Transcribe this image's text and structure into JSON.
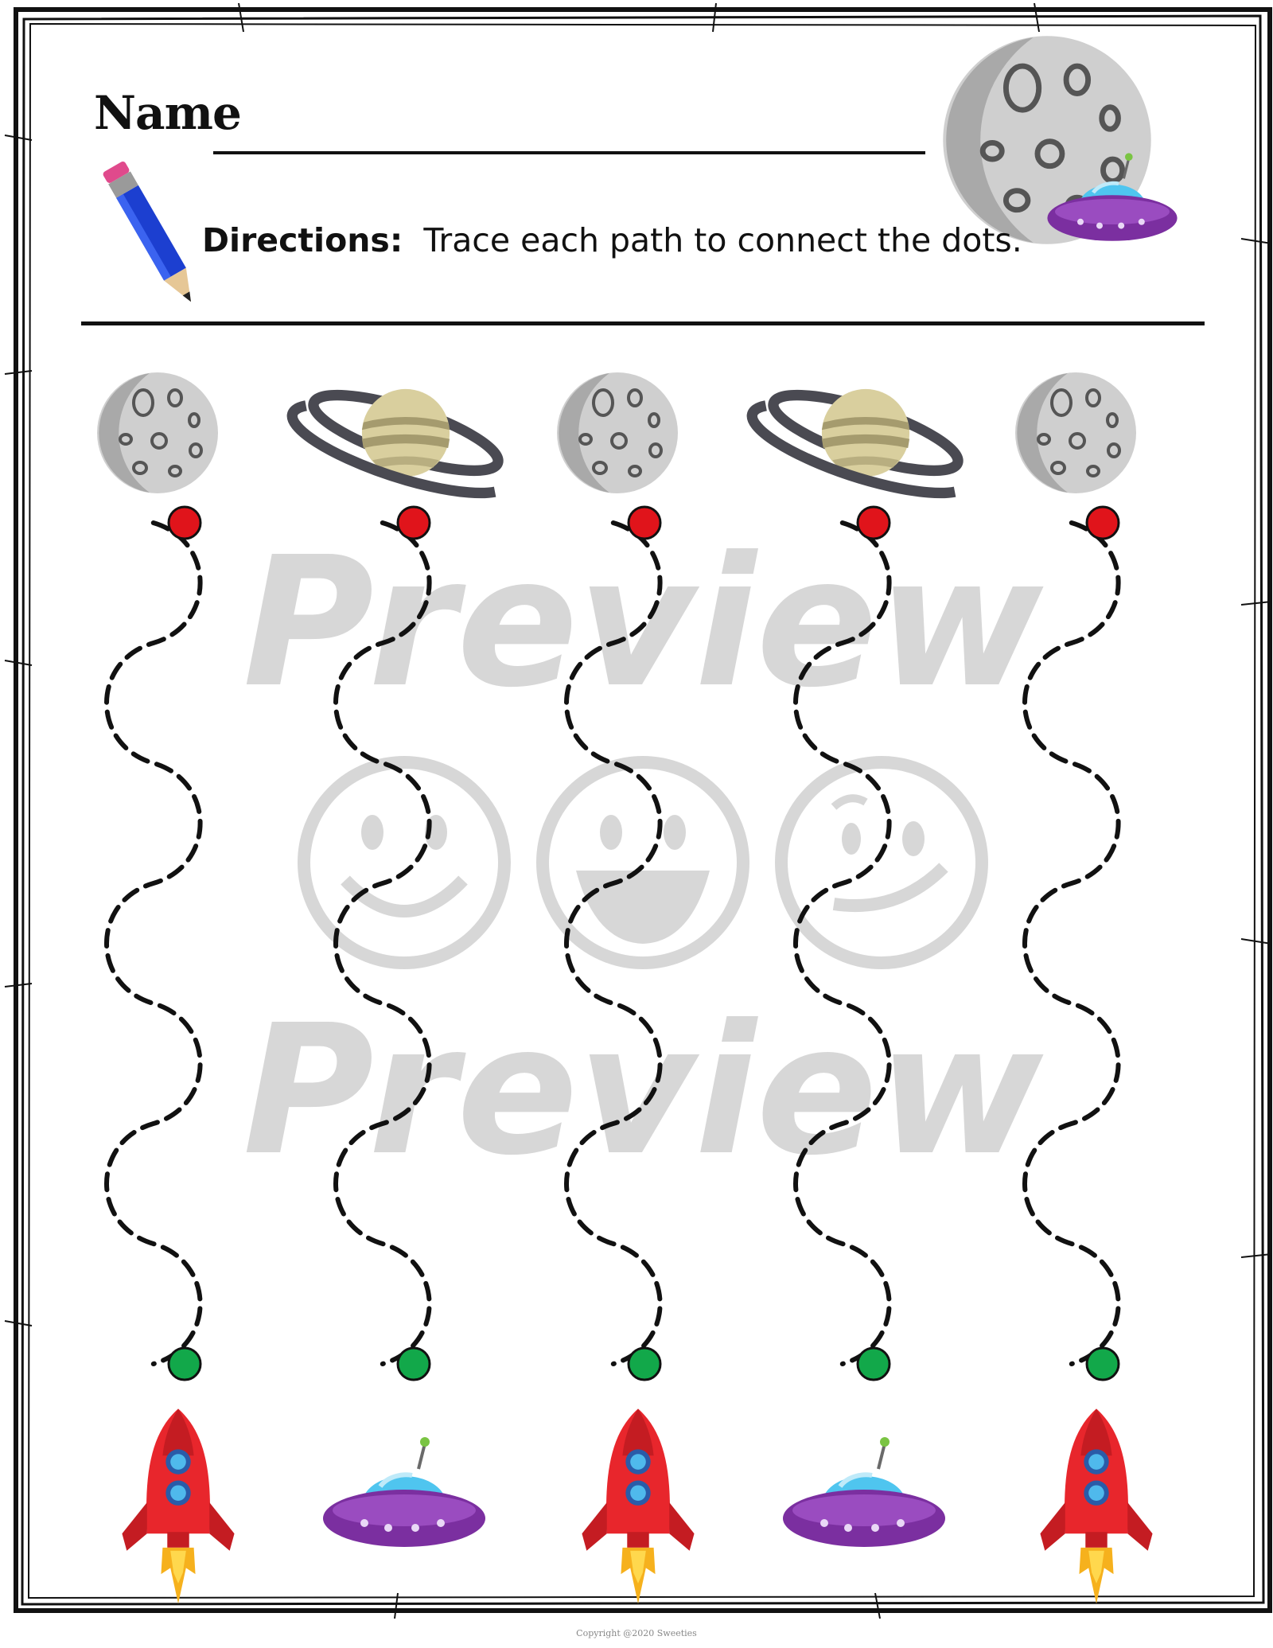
{
  "worksheet": {
    "name_label": "Name",
    "directions_label": "Directions:",
    "directions_text": "Trace each path to connect the dots.",
    "watermark_word": "Preview",
    "copyright": "Copyright @2020 Sweeties"
  },
  "columns": [
    {
      "top_icon": "moon-icon",
      "bottom_icon": "rocket-icon"
    },
    {
      "top_icon": "saturn-icon",
      "bottom_icon": "ufo-icon"
    },
    {
      "top_icon": "moon-icon",
      "bottom_icon": "rocket-icon"
    },
    {
      "top_icon": "saturn-icon",
      "bottom_icon": "ufo-icon"
    },
    {
      "top_icon": "moon-icon",
      "bottom_icon": "rocket-icon"
    }
  ],
  "colors": {
    "start_dot": "#e0141b",
    "end_dot": "#12a84a",
    "path": "#111111",
    "moon": "#c9c9c9",
    "rocket": "#e8262c",
    "ufo": "#7b2fa0",
    "watermark": "#d7d7d7"
  }
}
